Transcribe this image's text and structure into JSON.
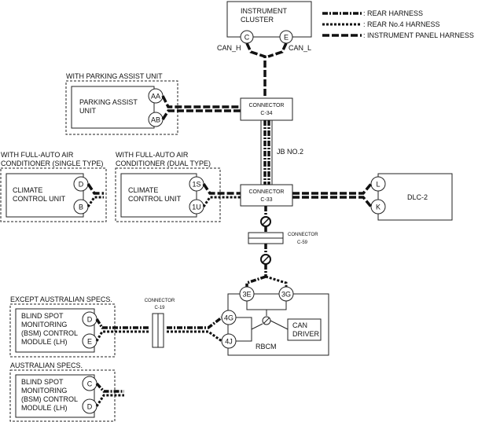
{
  "legend": [
    {
      "key": "rear",
      "label": ": REAR HARNESS"
    },
    {
      "key": "rear4",
      "label": ": REAR No.4 HARNESS"
    },
    {
      "key": "ip",
      "label": ": INSTRUMENT PANEL HARNESS"
    }
  ],
  "instrument_cluster": {
    "line1": "INSTRUMENT",
    "line2": "CLUSTER",
    "pin_c": "C",
    "pin_e": "E",
    "can_h": "CAN_H",
    "can_l": "CAN_L"
  },
  "parking_assist": {
    "group": "WITH PARKING ASSIST UNIT",
    "line1": "PARKING ASSIST",
    "line2": "UNIT",
    "pin1": "AA",
    "pin2": "AB"
  },
  "connector_c34": {
    "line1": "CONNECTOR",
    "line2": "C-34"
  },
  "jb": {
    "label": "JB NO.2"
  },
  "climate_single": {
    "group1": "WITH FULL-AUTO AIR",
    "group2": "CONDITIONER (SINGLE TYPE)",
    "line1": "CLIMATE",
    "line2": "CONTROL UNIT",
    "pin1": "D",
    "pin2": "B"
  },
  "climate_dual": {
    "group1": "WITH FULL-AUTO AIR",
    "group2": "CONDITIONER (DUAL TYPE)",
    "line1": "CLIMATE",
    "line2": "CONTROL UNIT",
    "pin1": "1S",
    "pin2": "1U"
  },
  "connector_c33": {
    "line1": "CONNECTOR",
    "line2": "C-33"
  },
  "dlc": {
    "label": "DLC-2",
    "pin1": "L",
    "pin2": "K"
  },
  "connector_c59": {
    "line1": "CONNECTOR",
    "line2": "C-59"
  },
  "rbcm": {
    "label": "RBCM",
    "pin1": "3E",
    "pin2": "3G",
    "pin3": "4G",
    "pin4": "4J",
    "can_driver1": "CAN",
    "can_driver2": "DRIVER"
  },
  "connector_c19": {
    "line1": "CONNECTOR",
    "line2": "C-19"
  },
  "bsm_except": {
    "group": "EXCEPT AUSTRALIAN SPECS.",
    "line1": "BLIND SPOT",
    "line2": "MONITORING",
    "line3": "(BSM) CONTROL",
    "line4": "MODULE (LH)",
    "pin1": "D",
    "pin2": "E"
  },
  "bsm_aus": {
    "group": "AUSTRALIAN SPECS.",
    "line1": "BLIND SPOT",
    "line2": "MONITORING",
    "line3": "(BSM) CONTROL",
    "line4": "MODULE (LH)",
    "pin1": "C",
    "pin2": "D"
  }
}
